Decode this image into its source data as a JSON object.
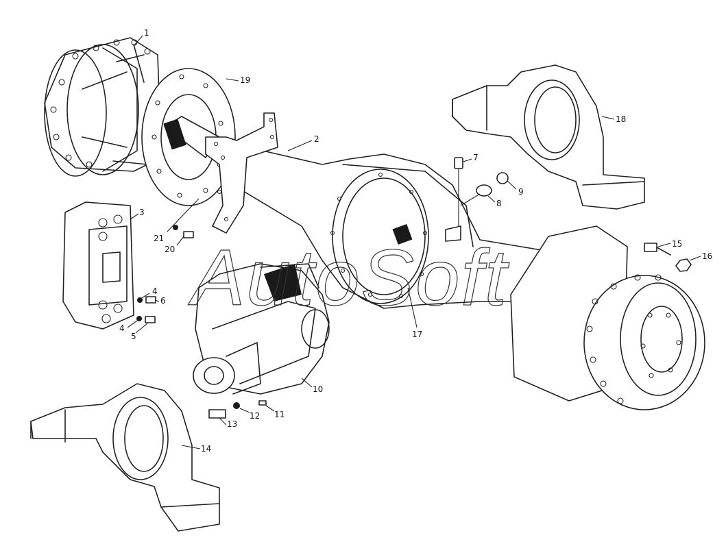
{
  "watermark": "AutoSoft",
  "callouts": [
    {
      "id": "c1",
      "label": "1"
    },
    {
      "id": "c2",
      "label": "2"
    },
    {
      "id": "c3",
      "label": "3"
    },
    {
      "id": "c4a",
      "label": "4"
    },
    {
      "id": "c4b",
      "label": "4"
    },
    {
      "id": "c5",
      "label": "5"
    },
    {
      "id": "c6",
      "label": "6"
    },
    {
      "id": "c7",
      "label": "7"
    },
    {
      "id": "c8",
      "label": "8"
    },
    {
      "id": "c9",
      "label": "9"
    },
    {
      "id": "c10",
      "label": "10"
    },
    {
      "id": "c11",
      "label": "11"
    },
    {
      "id": "c12",
      "label": "12"
    },
    {
      "id": "c13",
      "label": "13"
    },
    {
      "id": "c14",
      "label": "14"
    },
    {
      "id": "c15",
      "label": "15"
    },
    {
      "id": "c16",
      "label": "16"
    },
    {
      "id": "c17",
      "label": "17"
    },
    {
      "id": "c18",
      "label": "18"
    },
    {
      "id": "c19",
      "label": "19"
    },
    {
      "id": "c20",
      "label": "20"
    },
    {
      "id": "c21",
      "label": "21"
    }
  ]
}
